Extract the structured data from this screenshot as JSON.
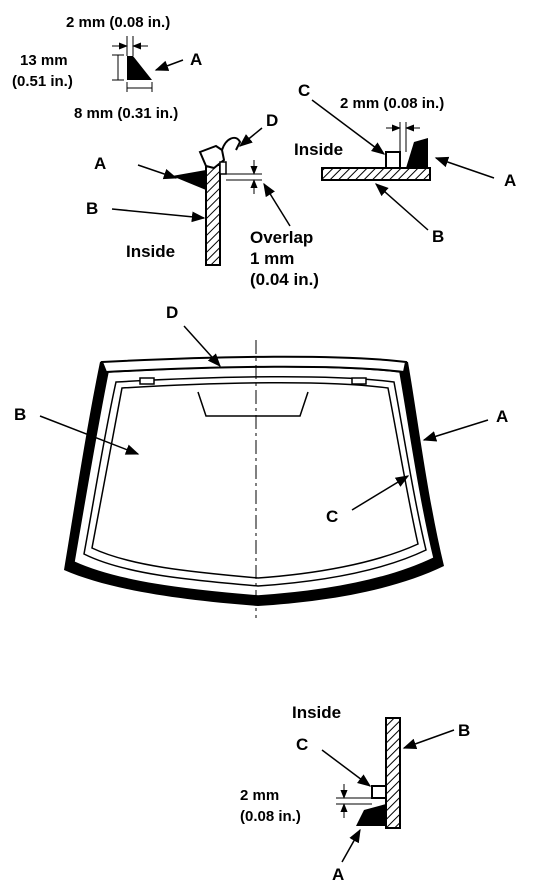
{
  "colors": {
    "ink": "#000000",
    "paper": "#ffffff"
  },
  "detail_top_left": {
    "dim_top": "2 mm (0.08 in.)",
    "dim_height_1": "13 mm",
    "dim_height_2": "(0.51 in.)",
    "dim_width": "8 mm (0.31 in.)",
    "label_a_dam": "A",
    "label_a": "A",
    "label_b": "B",
    "label_d": "D",
    "inside": "Inside",
    "overlap_1": "Overlap",
    "overlap_2": "1 mm",
    "overlap_3": "(0.04 in.)"
  },
  "detail_top_right": {
    "label_c": "C",
    "dim": "2 mm (0.08 in.)",
    "inside": "Inside",
    "label_a": "A",
    "label_b": "B"
  },
  "windshield": {
    "label_d": "D",
    "label_b": "B",
    "label_a": "A",
    "label_c": "C"
  },
  "detail_bottom": {
    "inside": "Inside",
    "label_b": "B",
    "label_c": "C",
    "dim_1": "2 mm",
    "dim_2": "(0.08 in.)",
    "label_a": "A"
  }
}
